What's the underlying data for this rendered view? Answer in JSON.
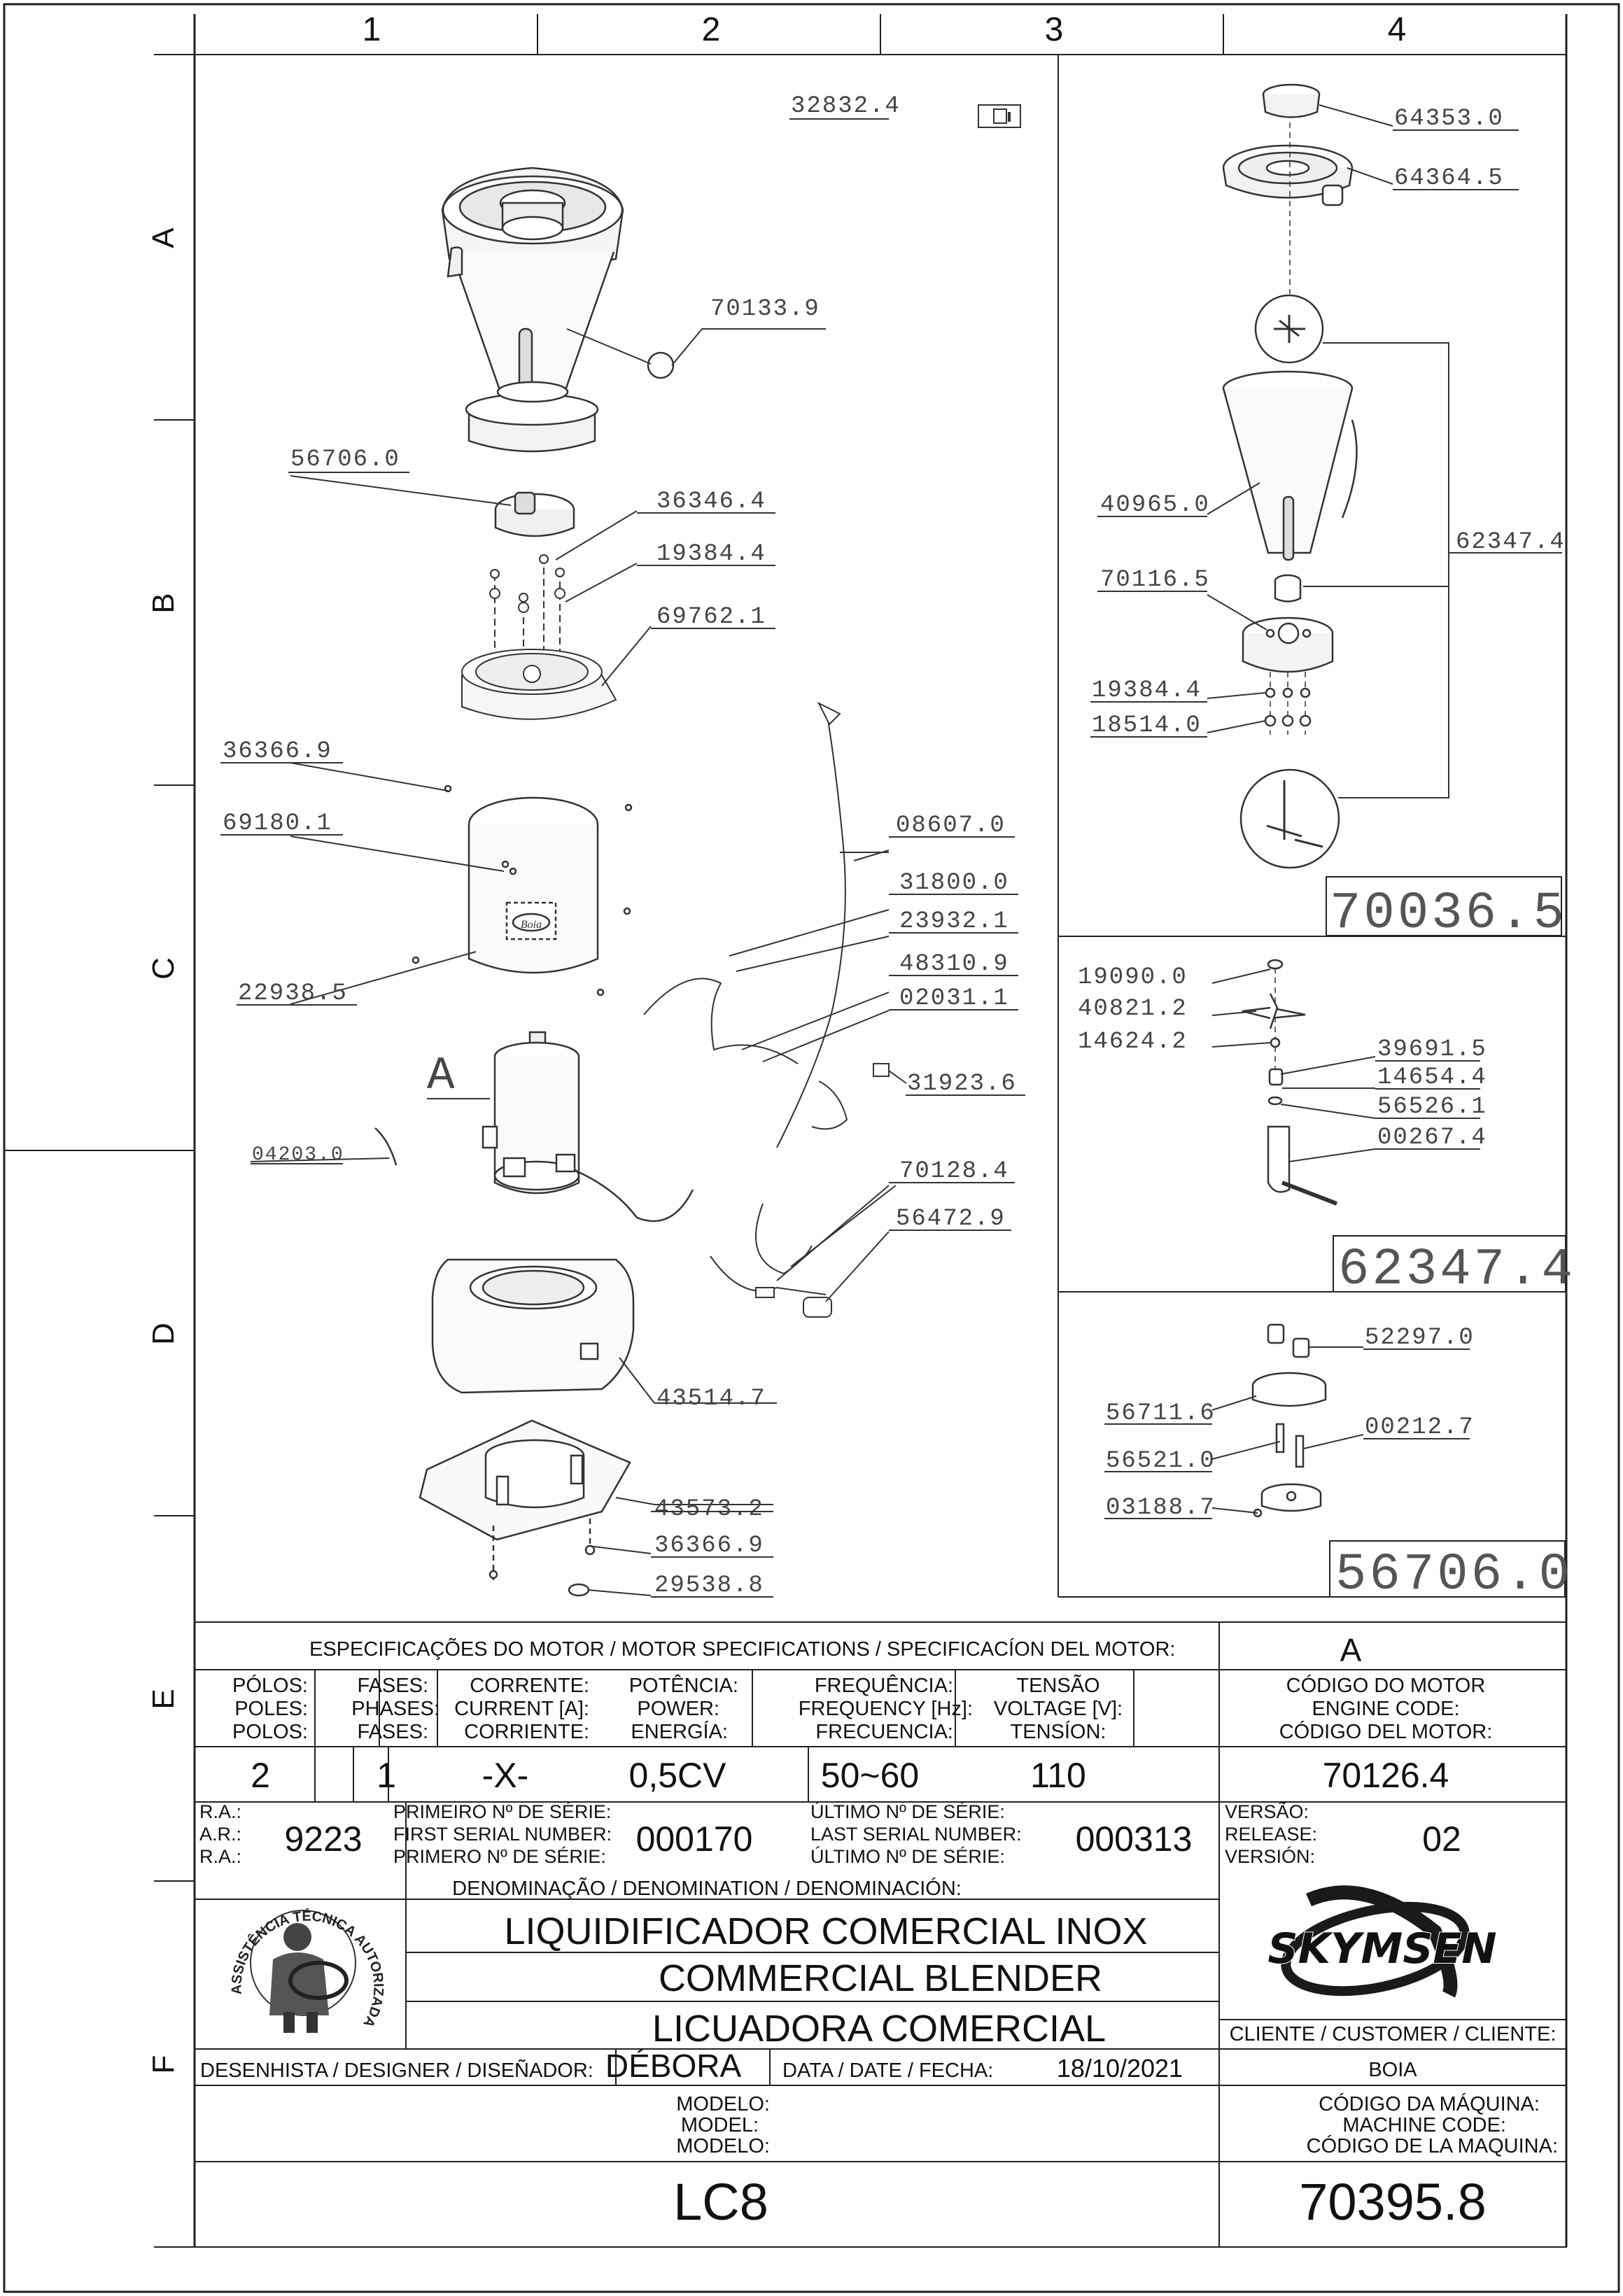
{
  "grid": {
    "columns": [
      "1",
      "2",
      "3",
      "4"
    ],
    "rows": [
      "A",
      "B",
      "C",
      "D",
      "E",
      "F"
    ]
  },
  "callouts": {
    "doc_ref": "32832.4",
    "jar": "70133.9",
    "coupler_56706": "56706.0",
    "p36346": "36346.4",
    "p19384": "19384.4",
    "base_69762": "69762.1",
    "p36366_top": "36366.9",
    "housing_69180": "69180.1",
    "p22938": "22938.5",
    "motor_label": "A",
    "p04203": "04203.0",
    "cable_08607": "08607.0",
    "p31800": "31800.0",
    "p23932": "23932.1",
    "p48310": "48310.9",
    "p02031": "02031.1",
    "p31923": "31923.6",
    "p70128": "70128.4",
    "p56472": "56472.9",
    "base_43514": "43514.7",
    "plate_43573": "43573.2",
    "p36366_bottom": "36366.9",
    "p29538": "29538.8"
  },
  "right_panel_1": {
    "p64353": "64353.0",
    "p64364": "64364.5",
    "p40965": "40965.0",
    "p62347": "62347.4",
    "p70116": "70116.5",
    "p19384": "19384.4",
    "p18514": "18514.0",
    "assembly": "70036.5"
  },
  "right_panel_2": {
    "p19090": "19090.0",
    "p40821": "40821.2",
    "p14624": "14624.2",
    "p39691": "39691.5",
    "p14654": "14654.4",
    "p56526": "56526.1",
    "p00267": "00267.4",
    "assembly": "62347.4"
  },
  "right_panel_3": {
    "p52297": "52297.0",
    "p56711": "56711.6",
    "p00212": "00212.7",
    "p56521": "56521.0",
    "p03188": "03188.7",
    "assembly": "56706.0"
  },
  "motor_spec": {
    "title": "ESPECIFICAÇÕES DO MOTOR / MOTOR SPECIFICATIONS / SPECIFICACÍON DEL MOTOR:",
    "id": "A",
    "poles": {
      "h1": "PÓLOS:",
      "h2": "POLES:",
      "h3": "POLOS:",
      "value": "2"
    },
    "phases": {
      "h1": "FASES:",
      "h2": "PHASES:",
      "h3": "FASES:",
      "value": "1"
    },
    "current": {
      "h1": "CORRENTE:",
      "h2": "CURRENT [A]:",
      "h3": "CORRIENTE:",
      "value": "-X-"
    },
    "power": {
      "h1": "POTÊNCIA:",
      "h2": "POWER:",
      "h3": "ENERGÍA:",
      "value": "0,5CV"
    },
    "frequency": {
      "h1": "FREQUÊNCIA:",
      "h2": "FREQUENCY [Hz]:",
      "h3": "FRECUENCIA:",
      "value": "50~60"
    },
    "voltage": {
      "h1": "TENSÃO",
      "h2": "VOLTAGE [V]:",
      "h3": "TENSÍON:",
      "value": "110"
    },
    "engine_code": {
      "h1": "CÓDIGO DO MOTOR",
      "h2": "ENGINE CODE:",
      "h3": "CÓDIGO DEL MOTOR:",
      "value": "70126.4"
    }
  },
  "serials": {
    "ra_labels": [
      "R.A.:",
      "A.R.:",
      "R.A.:"
    ],
    "ra_value": "9223",
    "first_labels": [
      "PRIMEIRO Nº DE SÉRIE:",
      "FIRST SERIAL NUMBER:",
      "PRIMERO Nº DE SÉRIE:"
    ],
    "first_value": "000170",
    "last_labels": [
      "ÚLTIMO Nº DE SÉRIE:",
      "LAST SERIAL NUMBER:",
      "ÚLTIMO Nº DE SÉRIE:"
    ],
    "last_value": "000313",
    "version_labels": [
      "VERSÃO:",
      "RELEASE:",
      "VERSIÓN:"
    ],
    "version_value": "02"
  },
  "denomination": {
    "header": "DENOMINAÇÃO / DENOMINATION / DENOMINACIÓN:",
    "line1": "LIQUIDIFICADOR COMERCIAL INOX",
    "line2": "COMMERCIAL BLENDER",
    "line3": "LICUADORA COMERCIAL"
  },
  "seal": {
    "arc_text": "ASSISTÊNCIA TÉCNICA AUTORIZADA"
  },
  "brand": {
    "name": "SKYMSEN"
  },
  "client": {
    "label": "CLIENTE / CUSTOMER / CLIENTE:",
    "value": "BOIA"
  },
  "designer": {
    "label": "DESENHISTA / DESIGNER / DISEÑADOR:",
    "value": "DÉBORA"
  },
  "date": {
    "label": "DATA / DATE / FECHA:",
    "value": "18/10/2021"
  },
  "model": {
    "labels": [
      "MODELO:",
      "MODEL:",
      "MODELO:"
    ],
    "value": "LC8"
  },
  "machine_code": {
    "labels": [
      "CÓDIGO DA MÁQUINA:",
      "MACHINE CODE:",
      "CÓDIGO DE LA MAQUINA:"
    ],
    "value": "70395.8"
  },
  "housing_brand": "Boia"
}
